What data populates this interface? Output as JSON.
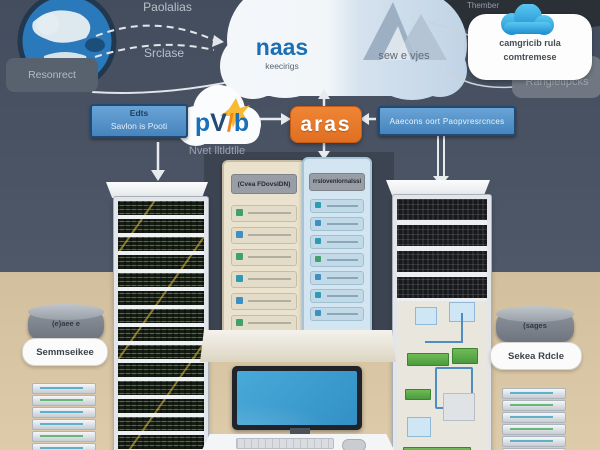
{
  "colors": {
    "wall": "#4a5465",
    "floor": "#d8c5a3",
    "accent_orange": "#e8772a",
    "box_blue": "#4e8fc8",
    "naas_blue": "#1d6fb5",
    "cloud_icon_blue": "#2498d5"
  },
  "top": {
    "label_top": "Paolalias",
    "label_mid": "Srclase",
    "resource_box": "Resonrect",
    "corner_label": "Thember",
    "cloud": {
      "title": "naas",
      "subtitle": "keecirigs",
      "right_text": "sew e vjes"
    },
    "cloud_box": {
      "line1": "camgricib rula",
      "line2": "comtremese"
    },
    "gray_box": "Rangletipcks"
  },
  "middle": {
    "left_box": {
      "line1": "Edts",
      "line2": "Savlon is Pooti"
    },
    "pvb_logo": {
      "c1": "p",
      "c2": "V",
      "c3": "/",
      "c4": "b"
    },
    "pvb_caption": "Nvet lltldtlle",
    "aras_label": "aras",
    "right_box": "Aaecons oort Paopvresrcnces"
  },
  "center_panels": {
    "left_header": "(Cvea FDovsIDN)",
    "right_header": "rrslovenlornalssi"
  },
  "bottom_left": {
    "disk_label": "(e)aee e",
    "bubble": "Semmseikee"
  },
  "bottom_right": {
    "disk_label": "(sages",
    "bubble": "Sekea Rdcle"
  }
}
